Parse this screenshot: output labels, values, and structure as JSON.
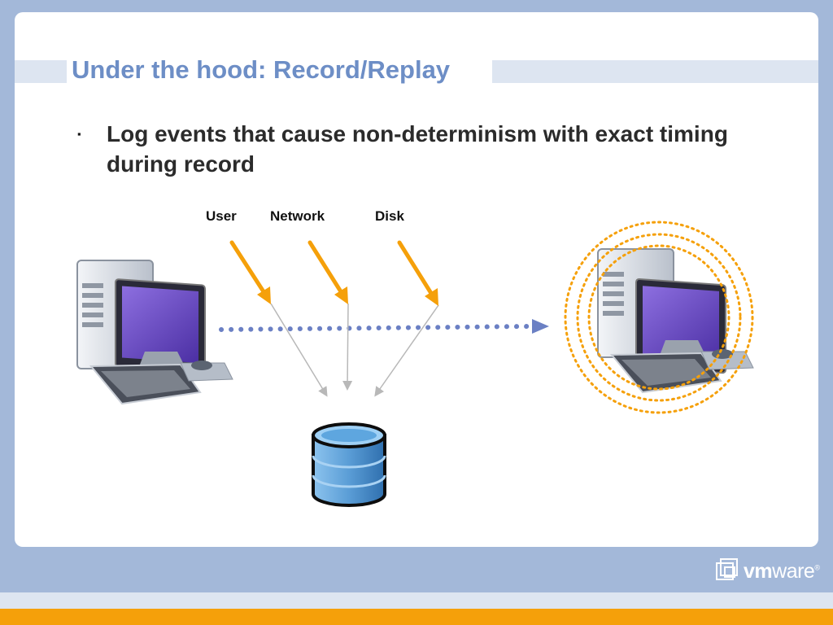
{
  "slide": {
    "title": "Under the hood: Record/Replay",
    "bullet": "Log events that cause non-determinism with exact timing during record"
  },
  "diagram": {
    "sources": [
      {
        "label": "User",
        "icon": "orange-arrow"
      },
      {
        "label": "Network",
        "icon": "orange-arrow"
      },
      {
        "label": "Disk",
        "icon": "orange-arrow"
      }
    ],
    "left_node": "computer-icon",
    "right_node": "computer-icon",
    "storage": "database-icon",
    "flow_connector": "dotted-arrow"
  },
  "branding": {
    "logo_bold": "vm",
    "logo_regular": "ware",
    "logo_mark": "®"
  },
  "colors": {
    "background": "#a3b8d9",
    "title": "#6d8ec6",
    "accent_orange": "#f5a00a",
    "dotted_flow": "#6b80c4",
    "screen": "#6a4fbf",
    "database": "#5fa0d8"
  }
}
